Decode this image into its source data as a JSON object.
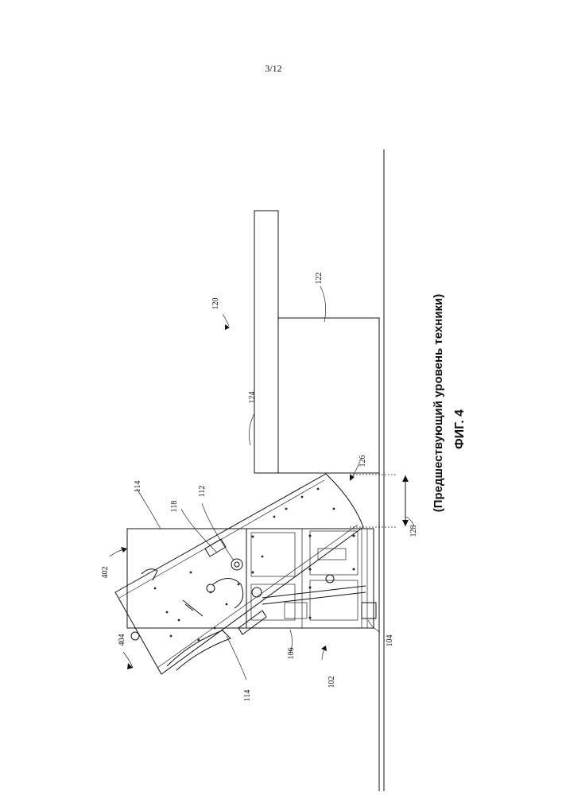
{
  "sheet": {
    "page_number": "3/12",
    "caption_note": "(Предшествующий уровень техники)",
    "figure_label": "ФИГ. 4"
  },
  "references": {
    "r102": "102",
    "r104": "104",
    "r106": "106",
    "r112": "112",
    "r114a": "114",
    "r114b": "114",
    "r118": "118",
    "r120": "120",
    "r122": "122",
    "r124": "124",
    "r126": "126",
    "r128": "128",
    "r402": "402",
    "r404": "404"
  }
}
